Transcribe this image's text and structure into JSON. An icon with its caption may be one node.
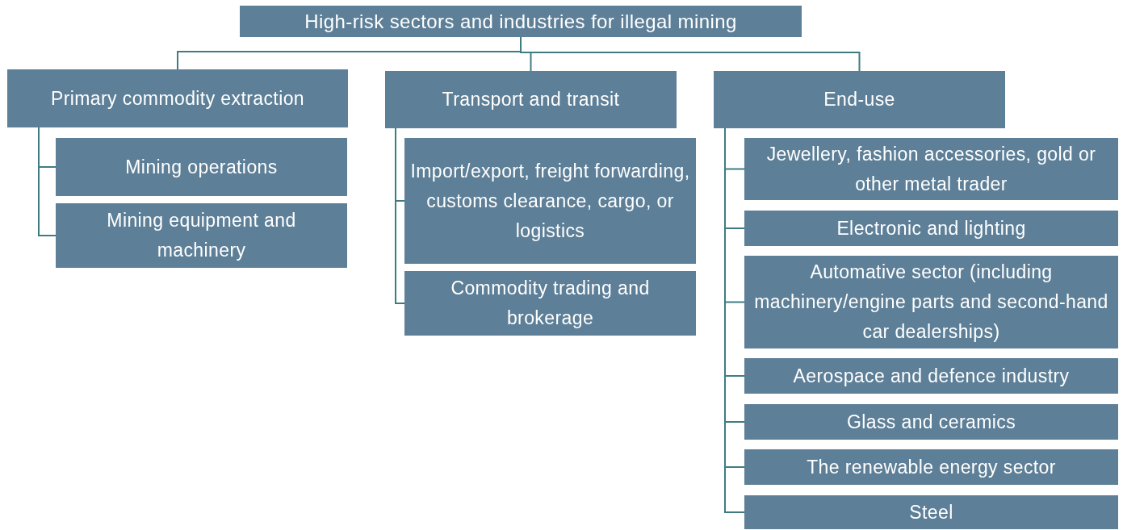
{
  "diagram": {
    "nodes": [
      {
        "text": [
          "High-risk sectors and industries for illegal mining"
        ]
      },
      {
        "text": [
          "Primary commodity extraction"
        ]
      },
      {
        "text": [
          "Transport and transit"
        ]
      },
      {
        "text": [
          "End-use"
        ]
      },
      {
        "text": [
          "Mining operations"
        ]
      },
      {
        "text": [
          "Mining equipment and machinery"
        ]
      },
      {
        "text": [
          "Import/export, freight forwarding, customs clearance, cargo, or logistics"
        ]
      },
      {
        "text": [
          "Commodity trading and brokerage"
        ]
      },
      {
        "text": [
          "Jewellery, fashion accessories, gold or other metal trader"
        ]
      },
      {
        "text": [
          "Electronic and lighting"
        ]
      },
      {
        "text": [
          "Automative sector (including machinery/engine parts and second-hand car dealerships)"
        ]
      },
      {
        "text": [
          "Aerospace and defence industry"
        ]
      },
      {
        "text": [
          "Glass and ceramics"
        ]
      },
      {
        "text": [
          "The renewable energy sector"
        ]
      },
      {
        "text": [
          "Steel"
        ]
      }
    ],
    "edges": [
      {
        "from": 0,
        "to": 1,
        "arrow": "none"
      },
      {
        "from": 0,
        "to": 2,
        "arrow": "none"
      },
      {
        "from": 0,
        "to": 3,
        "arrow": "none"
      },
      {
        "from": 1,
        "to": 4,
        "arrow": "none"
      },
      {
        "from": 1,
        "to": 5,
        "arrow": "none"
      },
      {
        "from": 2,
        "to": 6,
        "arrow": "none"
      },
      {
        "from": 2,
        "to": 7,
        "arrow": "none"
      },
      {
        "from": 3,
        "to": 8,
        "arrow": "none"
      },
      {
        "from": 3,
        "to": 9,
        "arrow": "none"
      },
      {
        "from": 3,
        "to": 10,
        "arrow": "none"
      },
      {
        "from": 3,
        "to": 11,
        "arrow": "none"
      },
      {
        "from": 3,
        "to": 12,
        "arrow": "none"
      },
      {
        "from": 3,
        "to": 13,
        "arrow": "none"
      },
      {
        "from": 3,
        "to": 14,
        "arrow": "none"
      }
    ]
  }
}
